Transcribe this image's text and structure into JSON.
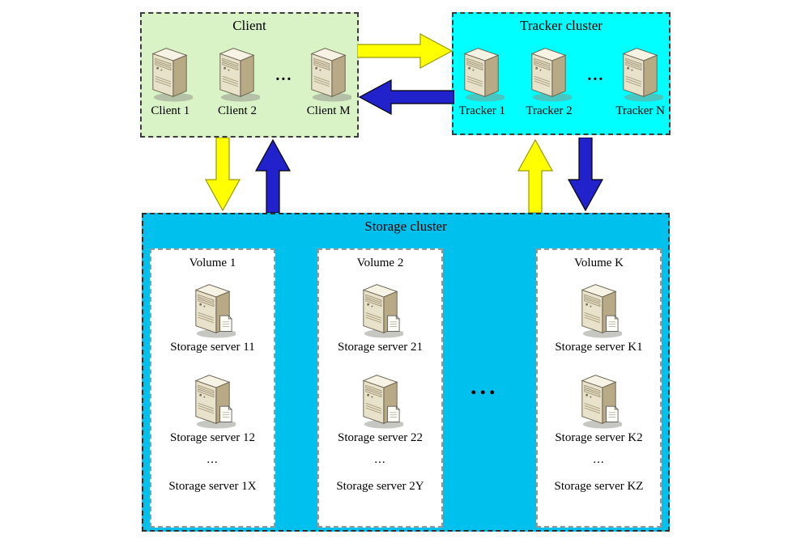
{
  "colors": {
    "client_bg": "#d9f2c6",
    "tracker_bg": "#00ffff",
    "storage_bg": "#00c0ee",
    "volume_bg": "#ffffff",
    "arrow_yellow": "#ffff00",
    "arrow_blue": "#2222cc"
  },
  "client_box": {
    "title": "Client",
    "server1": "Client 1",
    "server2": "Client 2",
    "dots": "...",
    "server_last": "Client M"
  },
  "tracker_box": {
    "title": "Tracker cluster",
    "server1": "Tracker 1",
    "server2": "Tracker 2",
    "dots": "...",
    "server_last": "Tracker N"
  },
  "storage_box": {
    "title": "Storage cluster",
    "dots": "...",
    "volumes": [
      {
        "title": "Volume 1",
        "server1": "Storage server 11",
        "server2": "Storage server 12",
        "dots": "...",
        "server_last": "Storage server 1X"
      },
      {
        "title": "Volume 2",
        "server1": "Storage server 21",
        "server2": "Storage server 22",
        "dots": "...",
        "server_last": "Storage server 2Y"
      },
      {
        "title": "Volume K",
        "server1": "Storage server K1",
        "server2": "Storage server K2",
        "dots": "...",
        "server_last": "Storage server KZ"
      }
    ]
  }
}
